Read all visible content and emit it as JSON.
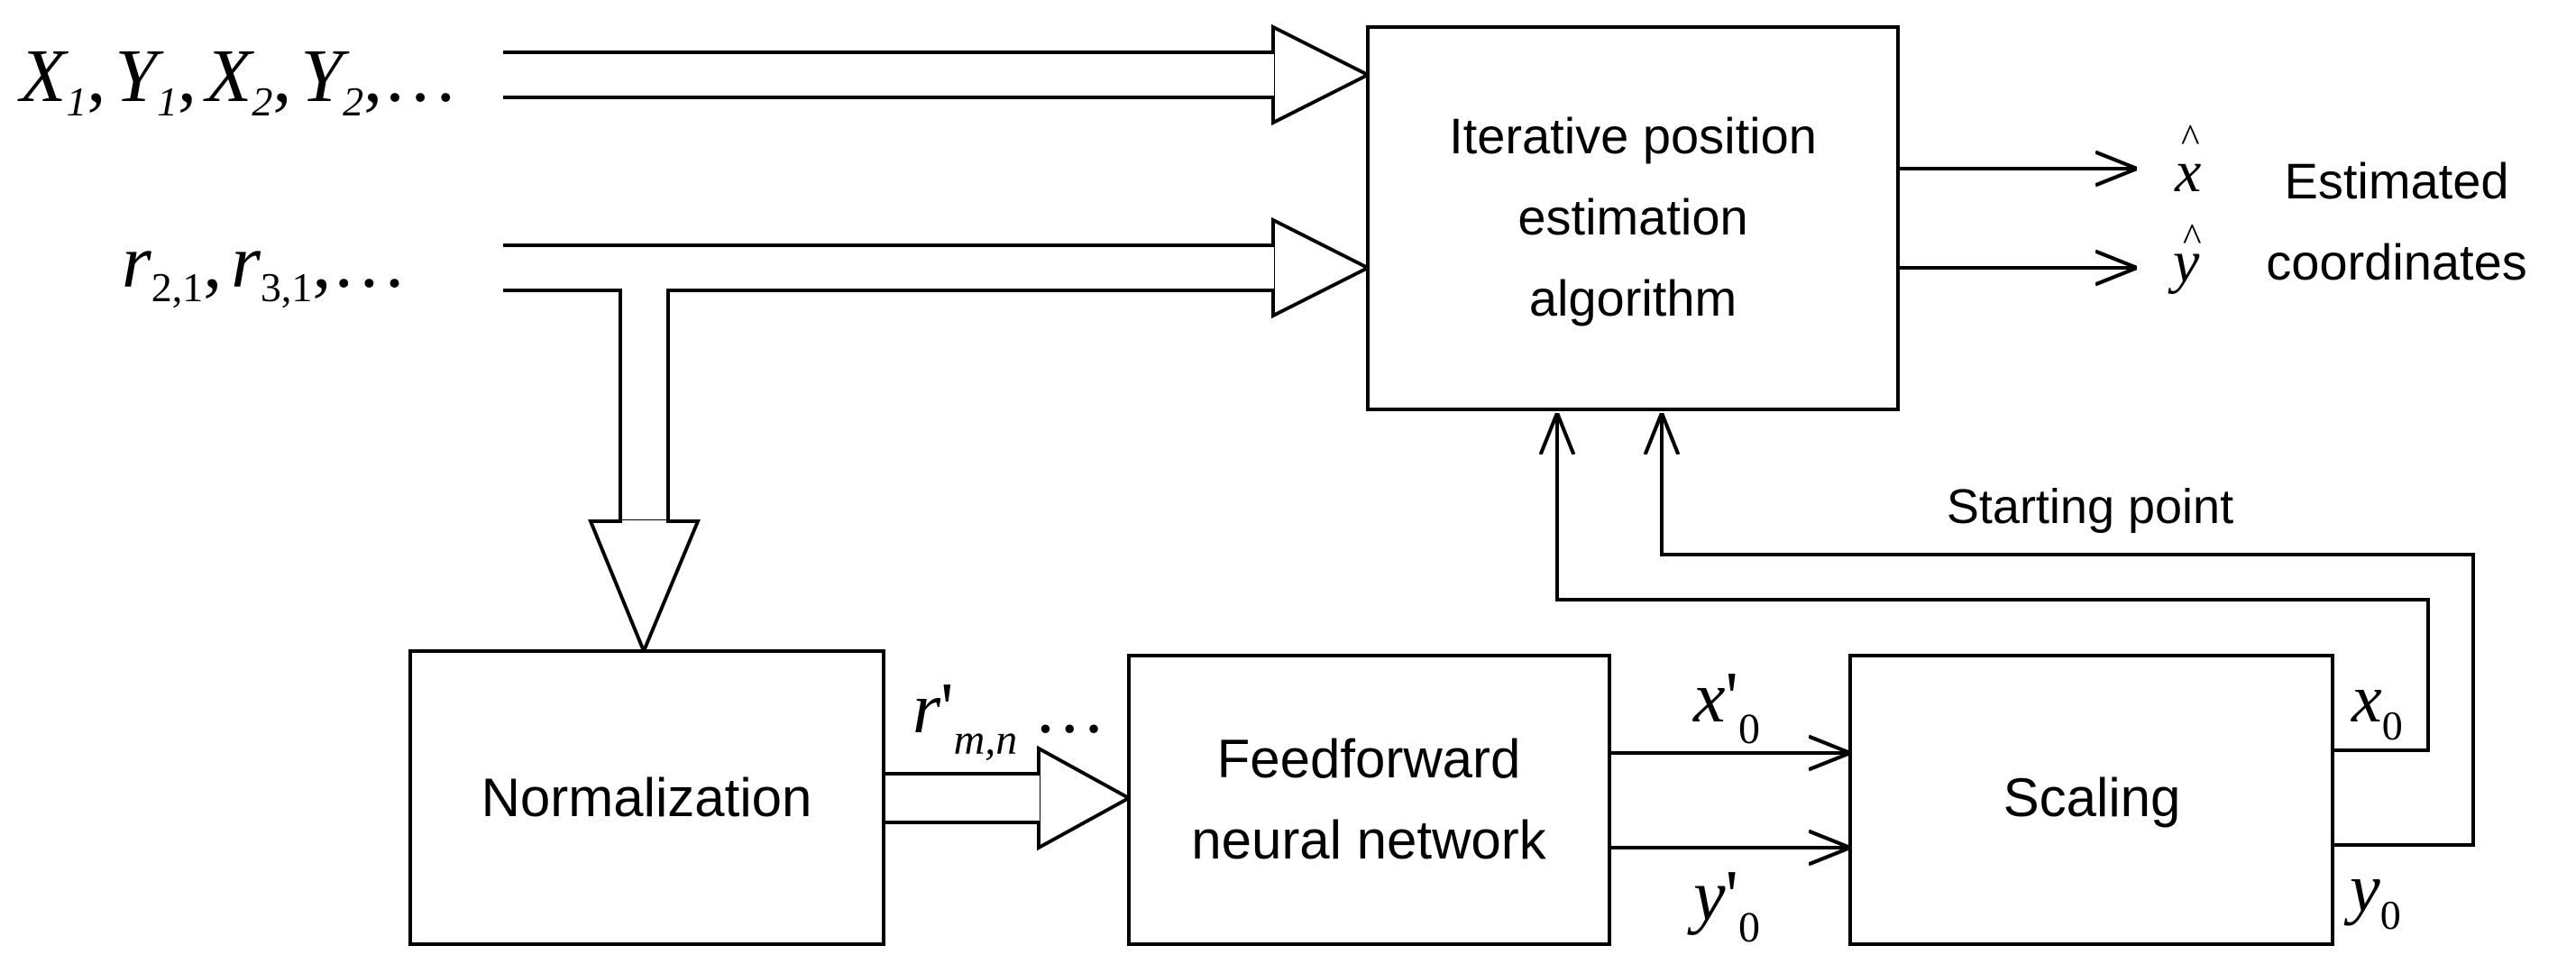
{
  "blocks": {
    "iterative": [
      "Iterative position",
      "estimation",
      "algorithm"
    ],
    "normalization": "Normalization",
    "ffnn": [
      "Feedforward",
      "neural network"
    ],
    "scaling": "Scaling"
  },
  "labels": {
    "estimated": [
      "Estimated",
      "coordinates"
    ],
    "starting_point": "Starting point"
  },
  "math": {
    "input_xy": {
      "X": "X",
      "Y": "Y",
      "sub1": "1",
      "sub2": "2",
      "sep": ",",
      "ellipsis": "…"
    },
    "input_r": {
      "r": "r",
      "sub21": "2,1",
      "sub31": "3,1",
      "sep": ",",
      "ellipsis": "…"
    },
    "r_prime": {
      "base": "r",
      "prime": "'",
      "sub": "m,n",
      "ellipsis": "…"
    },
    "x_prime_0": {
      "base": "x",
      "prime": "'",
      "sub": "0"
    },
    "y_prime_0": {
      "base": "y",
      "prime": "'",
      "sub": "0"
    },
    "x0": {
      "base": "x",
      "sub": "0"
    },
    "y0": {
      "base": "y",
      "sub": "0"
    },
    "x_hat": {
      "base": "x",
      "hat": "^"
    },
    "y_hat": {
      "base": "y",
      "hat": "^"
    }
  }
}
